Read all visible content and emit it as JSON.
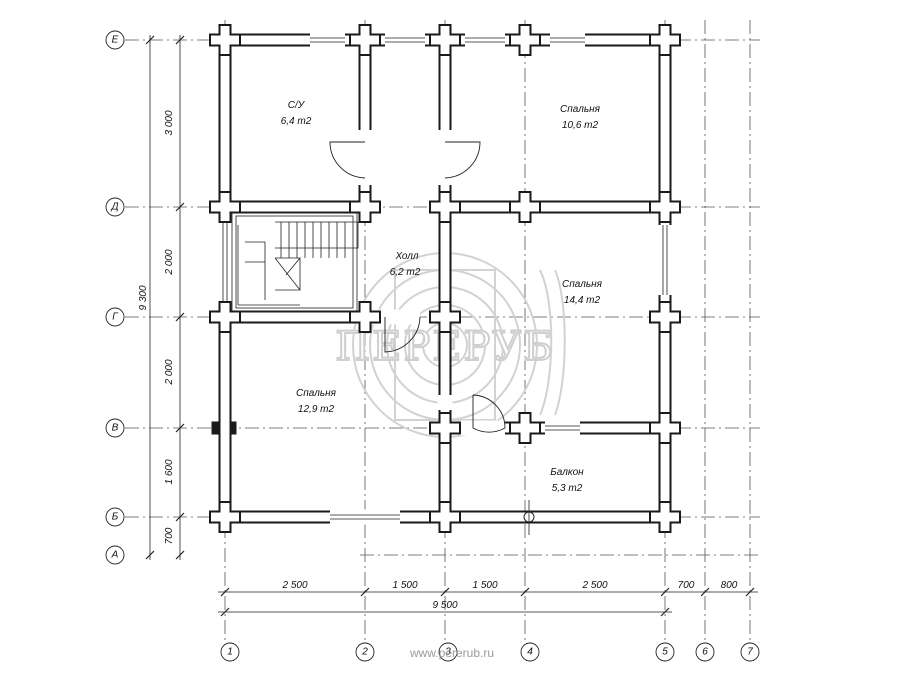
{
  "axes": {
    "rows": [
      {
        "label": "Е"
      },
      {
        "label": "Д"
      },
      {
        "label": "Г"
      },
      {
        "label": "В"
      },
      {
        "label": "Б"
      },
      {
        "label": "А"
      }
    ],
    "cols": [
      {
        "label": "1"
      },
      {
        "label": "2"
      },
      {
        "label": "3"
      },
      {
        "label": "4"
      },
      {
        "label": "5"
      },
      {
        "label": "6"
      },
      {
        "label": "7"
      }
    ]
  },
  "rooms": [
    {
      "name": "С/У",
      "area": "6,4 m2"
    },
    {
      "name": "Спальня",
      "area": "10,6 m2"
    },
    {
      "name": "Холл",
      "area": "6,2 m2"
    },
    {
      "name": "Спальня",
      "area": "14,4 m2"
    },
    {
      "name": "Спальня",
      "area": "12,9 m2"
    },
    {
      "name": "Балкон",
      "area": "5,3 m2"
    }
  ],
  "dimensions": {
    "vertical_segments": [
      "3 000",
      "2 000",
      "2 000",
      "1 600",
      "700"
    ],
    "vertical_total": "9 300",
    "horizontal_segments": [
      "2 500",
      "1 500",
      "1 500",
      "2 500",
      "700",
      "800"
    ],
    "horizontal_total": "9 500"
  },
  "watermark": {
    "text": "ПЕРЕРУБ",
    "url": "www.pererub.ru"
  }
}
